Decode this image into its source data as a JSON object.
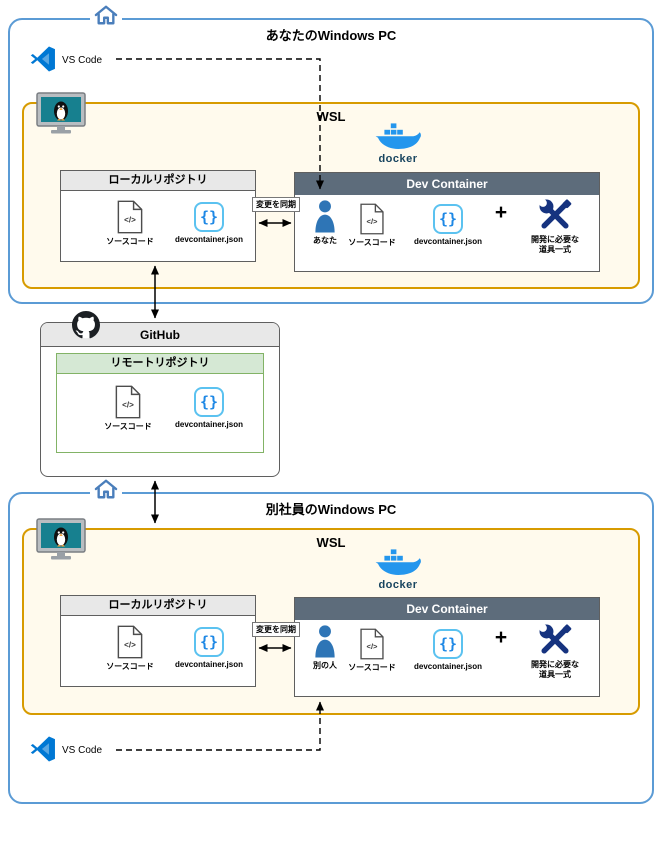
{
  "pc1": {
    "title": "あなたのWindows PC",
    "vscode_label": "VS Code",
    "wsl": {
      "title": "WSL",
      "docker_label": "docker",
      "local_repo": {
        "title": "ローカルリポジトリ",
        "source_label": "ソースコード",
        "json_label": "devcontainer.json"
      },
      "sync_label": "変更を同期",
      "dev_container": {
        "title": "Dev Container",
        "person_label": "あなた",
        "source_label": "ソースコード",
        "json_label": "devcontainer.json",
        "plus": "+",
        "tools_label_1": "開発に必要な",
        "tools_label_2": "道具一式"
      }
    }
  },
  "github": {
    "title": "GitHub",
    "remote_repo": {
      "title": "リモートリポジトリ",
      "source_label": "ソースコード",
      "json_label": "devcontainer.json"
    }
  },
  "pc2": {
    "title": "別社員のWindows PC",
    "vscode_label": "VS Code",
    "wsl": {
      "title": "WSL",
      "docker_label": "docker",
      "local_repo": {
        "title": "ローカルリポジトリ",
        "source_label": "ソースコード",
        "json_label": "devcontainer.json"
      },
      "sync_label": "変更を同期",
      "dev_container": {
        "title": "Dev Container",
        "person_label": "別の人",
        "source_label": "ソースコード",
        "json_label": "devcontainer.json",
        "plus": "+",
        "tools_label_1": "開発に必要な",
        "tools_label_2": "道具一式"
      }
    }
  },
  "icons": {
    "json_glyph": "{}",
    "file_glyph": "</>"
  },
  "colors": {
    "pc_border": "#5b9bd5",
    "wsl_border": "#d79b00",
    "wsl_fill": "#fffaed",
    "repo_header": "#e8e8e8",
    "devcontainer_header": "#5d6c7b",
    "remote_header": "#d5e8d4",
    "remote_border": "#82b366",
    "docker_blue": "#2496ed",
    "vscode_blue": "#0078d4",
    "json_blue": "#1e88e5",
    "tools_navy": "#16337f",
    "person_blue": "#2e75b6"
  }
}
